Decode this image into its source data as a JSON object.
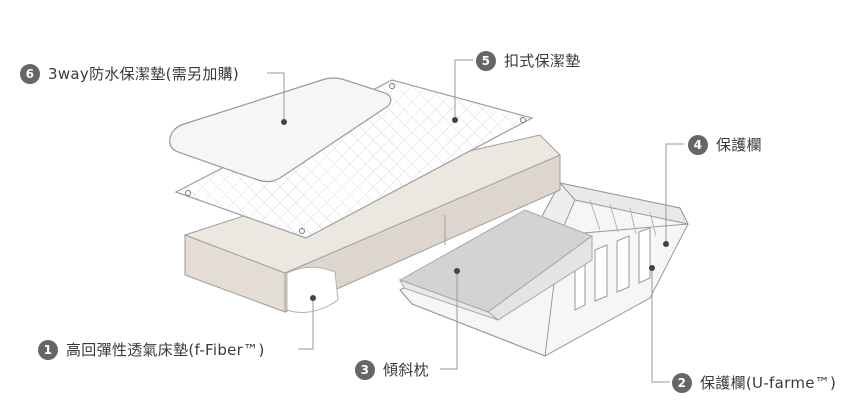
{
  "theme": {
    "line_color": "#9a9a9a",
    "badge_color": "#666666",
    "mattress_fill": "#e3ddd6",
    "pillow_fill": "#d3d3d3"
  },
  "callouts": [
    {
      "number": "1",
      "label": "高回彈性透氣床墊(f-Fiber™)"
    },
    {
      "number": "2",
      "label": "保護欄(U-farme™)"
    },
    {
      "number": "3",
      "label": "傾斜枕"
    },
    {
      "number": "4",
      "label": "保護欄"
    },
    {
      "number": "5",
      "label": "扣式保潔墊"
    },
    {
      "number": "6",
      "label": "3way防水保潔墊(需另加購)"
    }
  ]
}
